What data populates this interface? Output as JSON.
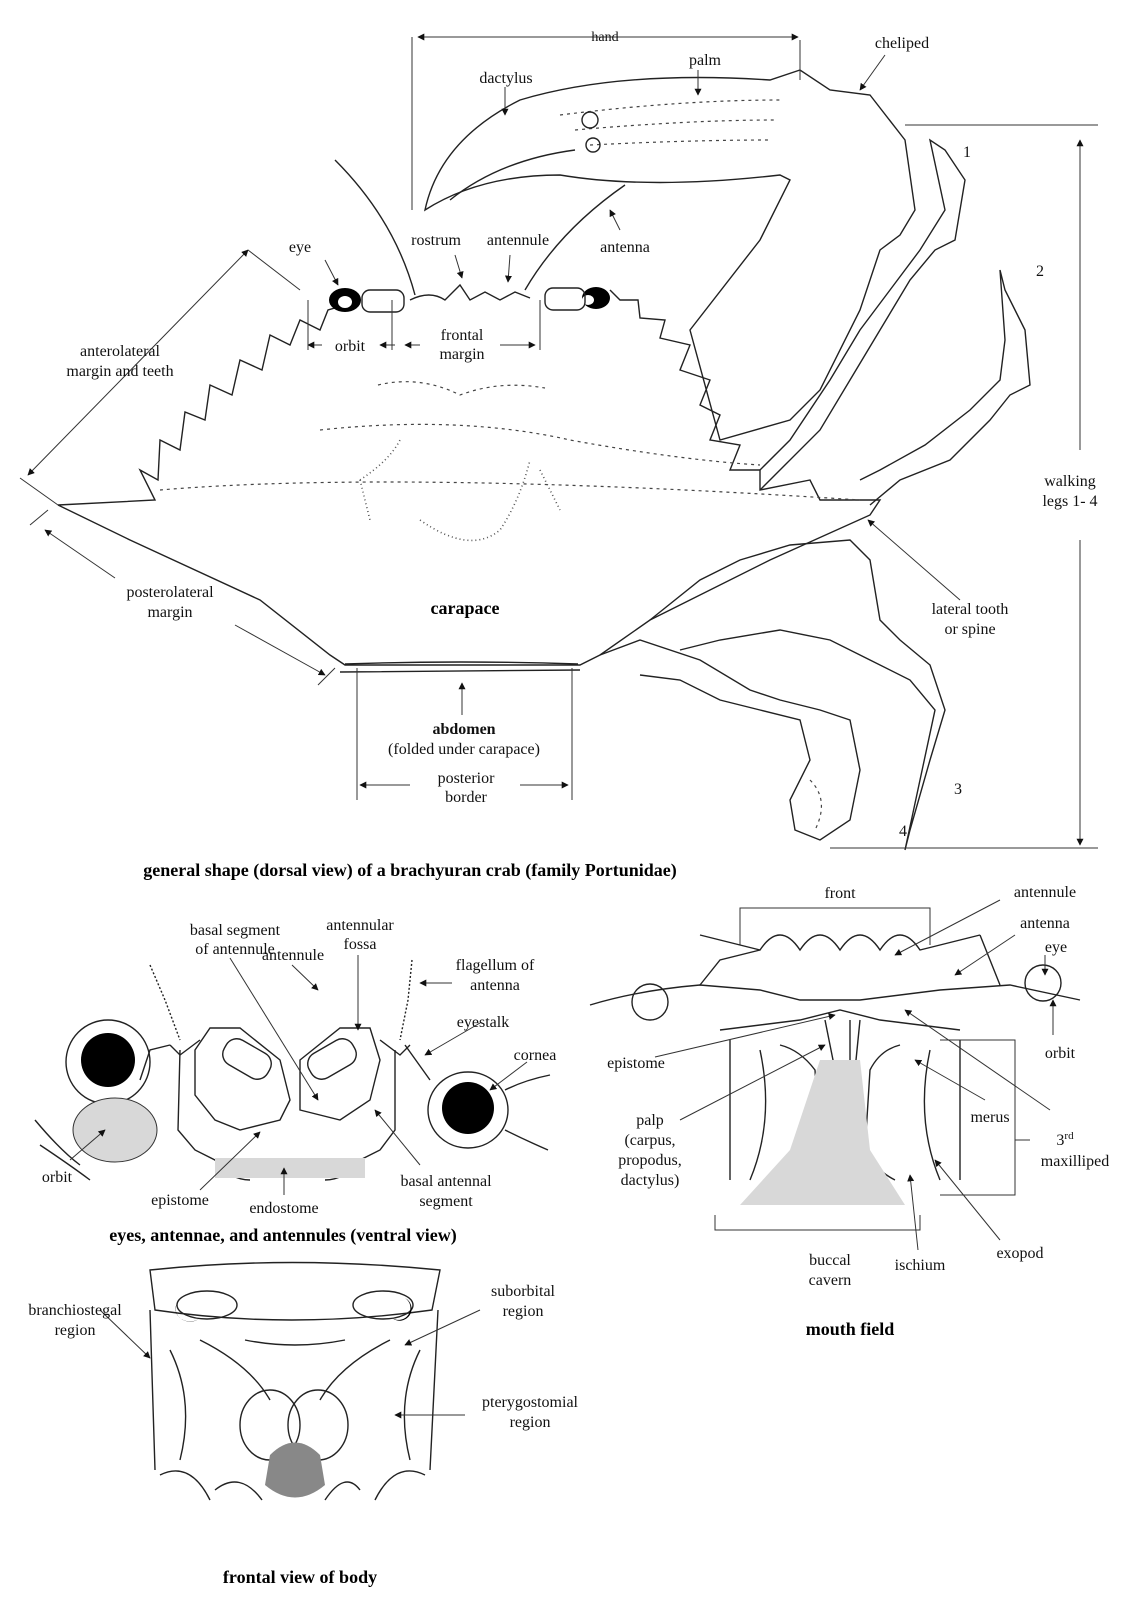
{
  "dorsal": {
    "hand": "hand",
    "palm": "palm",
    "cheliped": "cheliped",
    "dactylus": "dactylus",
    "eye": "eye",
    "rostrum": "rostrum",
    "antennule": "antennule",
    "antenna": "antenna",
    "orbit": "orbit",
    "frontal_margin": [
      "frontal",
      "margin"
    ],
    "anterolateral": [
      "anterolateral",
      "margin and teeth"
    ],
    "posterolateral": [
      "posterolateral",
      "margin"
    ],
    "carapace": "carapace",
    "abdomen": "abdomen",
    "abdomen_note": "(folded under carapace)",
    "posterior_border": [
      "posterior",
      "border"
    ],
    "lateral_tooth": [
      "lateral tooth",
      "or spine"
    ],
    "walking_legs": [
      "walking",
      "legs 1- 4"
    ],
    "leg_numbers": [
      "1",
      "2",
      "3",
      "4"
    ],
    "caption": "general shape (dorsal view) of a brachyuran crab (family Portunidae)"
  },
  "ventral": {
    "basal_segment": [
      "basal segment",
      "of antennule"
    ],
    "antennular_fossa": [
      "antennular",
      "fossa"
    ],
    "flagellum": [
      "flagellum of",
      "antenna"
    ],
    "antennule": "antennule",
    "eyestalk": "eyestalk",
    "cornea": "cornea",
    "orbit": "orbit",
    "epistome": "epistome",
    "endostome": "endostome",
    "basal_antennal": [
      "basal antennal",
      "segment"
    ],
    "caption": "eyes, antennae, and antennules (ventral view)"
  },
  "mouth": {
    "front": "front",
    "antennule": "antennule",
    "antenna": "antenna",
    "eye": "eye",
    "orbit": "orbit",
    "epistome": "epistome",
    "palp": [
      "palp",
      "(carpus,",
      "propodus,",
      "dactylus)"
    ],
    "merus": "merus",
    "maxilliped_num": "3",
    "maxilliped_sup": "rd",
    "maxilliped": "maxilliped",
    "buccal": [
      "buccal",
      "cavern"
    ],
    "ischium": "ischium",
    "exopod": "exopod",
    "caption": "mouth field"
  },
  "frontal": {
    "branchiostegal": [
      "branchiostegal",
      "region"
    ],
    "suborbital": [
      "suborbital",
      "region"
    ],
    "pterygostomial": [
      "pterygostomial",
      "region"
    ],
    "caption": "frontal view of body"
  }
}
